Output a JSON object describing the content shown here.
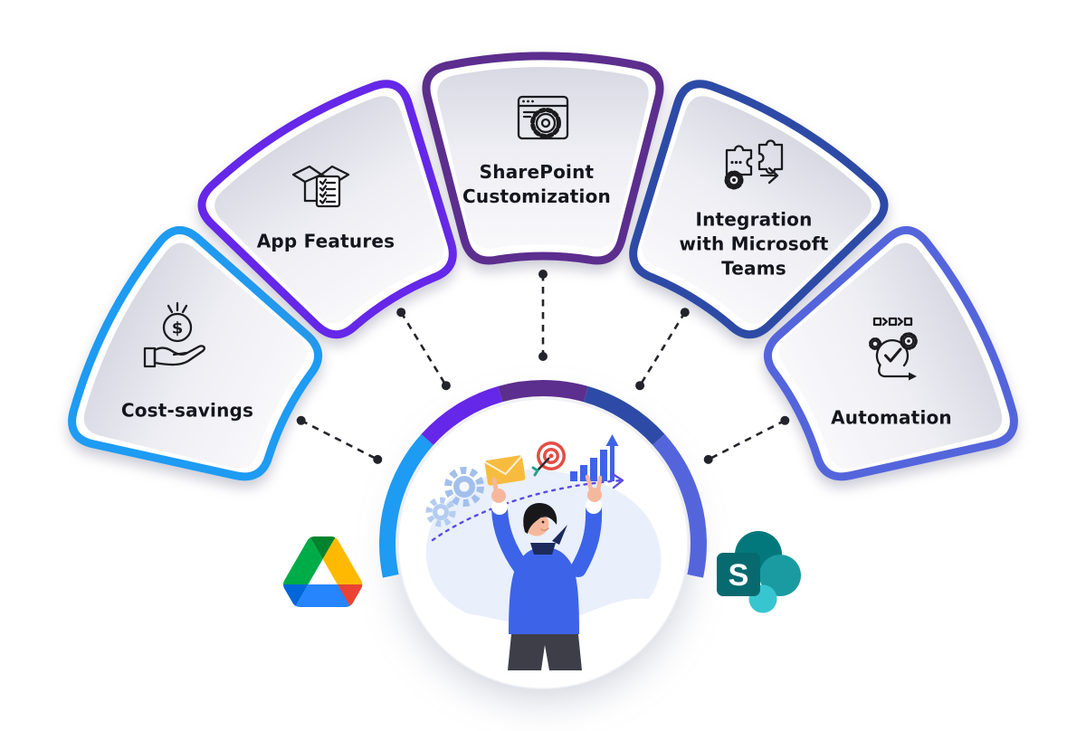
{
  "diagram": {
    "cards": [
      {
        "label": "Cost-savings",
        "lines": [
          "Cost-savings"
        ],
        "icon": "money-hand-icon",
        "color": "#1E9BF2"
      },
      {
        "label": "App Features",
        "lines": [
          "App Features"
        ],
        "icon": "open-box-checklist-icon",
        "color": "#6527E8"
      },
      {
        "label": "SharePoint Customization",
        "lines": [
          "SharePoint",
          "Customization"
        ],
        "icon": "browser-gear-icon",
        "color": "#5C2E8E"
      },
      {
        "label": "Integration with Microsoft Teams",
        "lines": [
          "Integration",
          "with Microsoft",
          "Teams"
        ],
        "icon": "puzzle-gear-arrow-icon",
        "color": "#2D4BA6"
      },
      {
        "label": "Automation",
        "lines": [
          "Automation"
        ],
        "icon": "agile-loop-check-icon",
        "color": "#5465DC"
      }
    ],
    "center_illustration": "man-celebrating-with-productivity-icons",
    "logos": {
      "google_drive": {
        "name": "google-drive",
        "colors": [
          "#0066DA",
          "#00AC47",
          "#EA4335",
          "#00832D",
          "#2684FC",
          "#FFBA00"
        ]
      },
      "sharepoint": {
        "name": "sharepoint",
        "letter": "S",
        "colors": [
          "#03787C",
          "#1A9BA1",
          "#37C6D0",
          "#066A6F"
        ]
      }
    }
  }
}
